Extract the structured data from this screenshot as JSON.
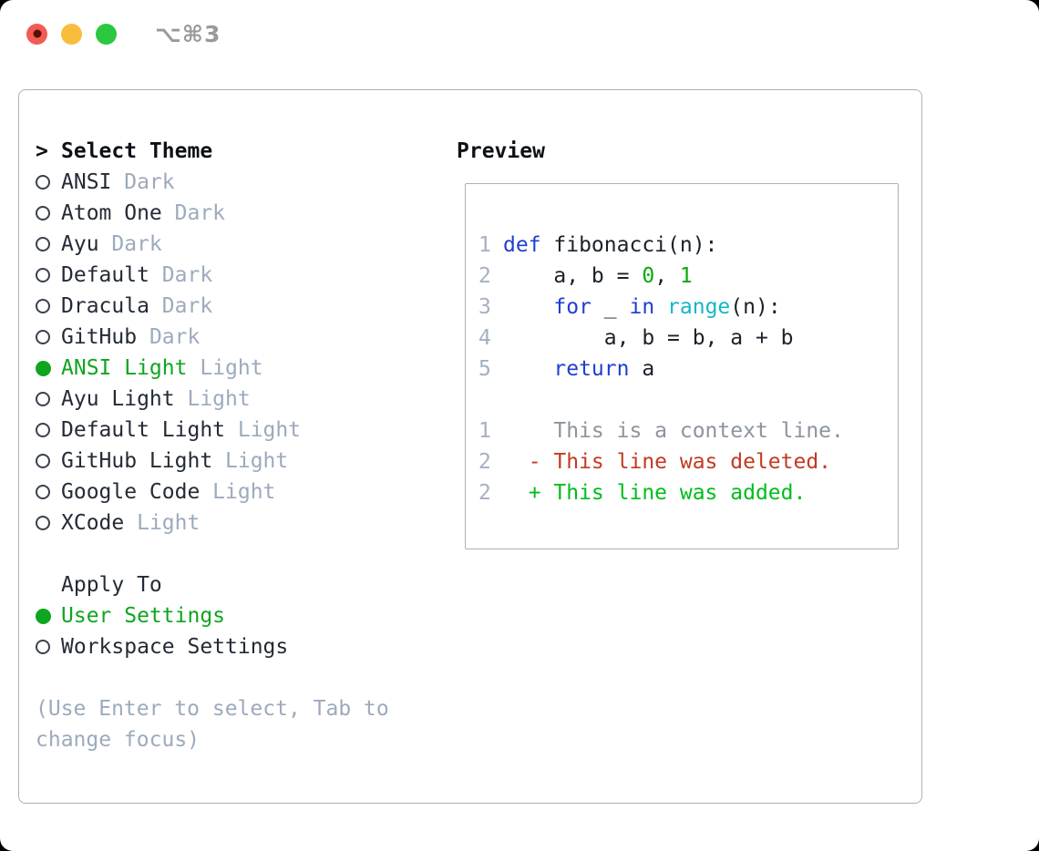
{
  "window": {
    "title": "⌥⌘3"
  },
  "colors": {
    "selection_green": "#0fa51f",
    "keyword_blue": "#1f3fd1",
    "builtin_cyan": "#14b7c6",
    "number_green": "#0aa80a",
    "diff_added_green": "#00bd1c",
    "diff_deleted_red": "#c23a22",
    "context_gray": "#8d949e",
    "muted_slate": "#9daabd",
    "text_dark": "#1b212b",
    "border_gray": "#a9b1bd",
    "traffic_red": "#f25c54",
    "traffic_yellow": "#f9bd3e",
    "traffic_green": "#2bc840"
  },
  "sidebar": {
    "header": {
      "prefix": ">",
      "label": "Select Theme"
    },
    "themes": [
      {
        "name": "ANSI",
        "variant": "Dark",
        "selected": false
      },
      {
        "name": "Atom One",
        "variant": "Dark",
        "selected": false
      },
      {
        "name": "Ayu",
        "variant": "Dark",
        "selected": false
      },
      {
        "name": "Default",
        "variant": "Dark",
        "selected": false
      },
      {
        "name": "Dracula",
        "variant": "Dark",
        "selected": false
      },
      {
        "name": "GitHub",
        "variant": "Dark",
        "selected": false
      },
      {
        "name": "ANSI Light",
        "variant": "Light",
        "selected": true
      },
      {
        "name": "Ayu Light",
        "variant": "Light",
        "selected": false
      },
      {
        "name": "Default Light",
        "variant": "Light",
        "selected": false
      },
      {
        "name": "GitHub Light",
        "variant": "Light",
        "selected": false
      },
      {
        "name": "Google Code",
        "variant": "Light",
        "selected": false
      },
      {
        "name": "XCode",
        "variant": "Light",
        "selected": false
      }
    ],
    "apply_to": {
      "label": "Apply To",
      "options": [
        {
          "name": "User Settings",
          "selected": true
        },
        {
          "name": "Workspace Settings",
          "selected": false
        }
      ]
    },
    "help": [
      "(Use Enter to select, Tab to",
      "change focus)"
    ]
  },
  "preview": {
    "title": "Preview",
    "code_lines": [
      {
        "num": "1",
        "kind": "code",
        "spans": [
          {
            "t": "def",
            "c": "keyword"
          },
          {
            "t": " fibonacci(n):",
            "c": "text"
          }
        ]
      },
      {
        "num": "2",
        "kind": "code",
        "spans": [
          {
            "t": "    a, b = ",
            "c": "text"
          },
          {
            "t": "0",
            "c": "number"
          },
          {
            "t": ", ",
            "c": "text"
          },
          {
            "t": "1",
            "c": "number"
          }
        ]
      },
      {
        "num": "3",
        "kind": "code",
        "spans": [
          {
            "t": "    ",
            "c": "text"
          },
          {
            "t": "for",
            "c": "keyword"
          },
          {
            "t": " _ ",
            "c": "text"
          },
          {
            "t": "in",
            "c": "keyword"
          },
          {
            "t": " ",
            "c": "text"
          },
          {
            "t": "range",
            "c": "builtin"
          },
          {
            "t": "(n):",
            "c": "text"
          }
        ]
      },
      {
        "num": "4",
        "kind": "code",
        "spans": [
          {
            "t": "        a, b = b, a + b",
            "c": "text"
          }
        ]
      },
      {
        "num": "5",
        "kind": "code",
        "spans": [
          {
            "t": "    ",
            "c": "text"
          },
          {
            "t": "return",
            "c": "keyword"
          },
          {
            "t": " a",
            "c": "text"
          }
        ]
      },
      {
        "num": "",
        "kind": "blank",
        "spans": []
      },
      {
        "num": "1",
        "kind": "diff-context",
        "spans": [
          {
            "t": "    This is a context line.",
            "c": "context"
          }
        ]
      },
      {
        "num": "2",
        "kind": "diff-deleted",
        "spans": [
          {
            "t": "  - This line was deleted.",
            "c": "deleted"
          }
        ]
      },
      {
        "num": "2",
        "kind": "diff-added",
        "spans": [
          {
            "t": "  + This line was added.",
            "c": "added"
          }
        ]
      }
    ]
  }
}
